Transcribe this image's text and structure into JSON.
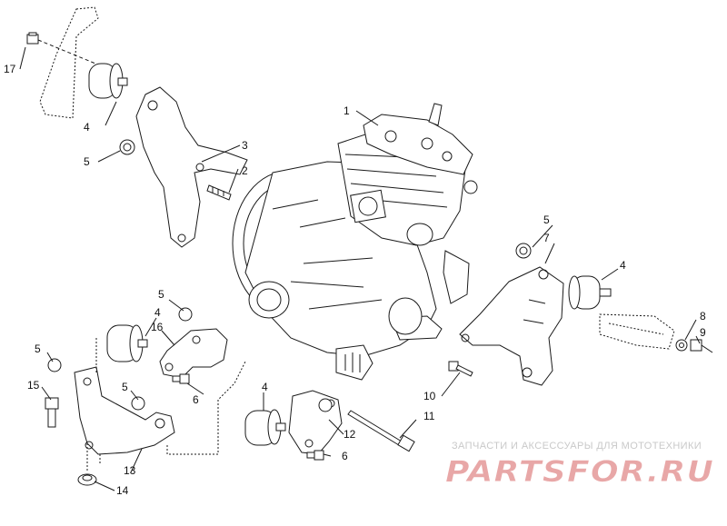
{
  "callouts": {
    "c1": "1",
    "c2": "2",
    "c3": "3",
    "c4a": "4",
    "c4b": "4",
    "c4c": "4",
    "c4d": "4",
    "c5a": "5",
    "c5b": "5",
    "c5c": "5",
    "c5d": "5",
    "c5e": "5",
    "c6a": "6",
    "c6b": "6",
    "c7": "7",
    "c8": "8",
    "c9": "9",
    "c10": "10",
    "c11": "11",
    "c12": "12",
    "c13": "13",
    "c14": "14",
    "c15": "15",
    "c16": "16",
    "c17": "17"
  },
  "watermark": {
    "tagline": "ЗАПЧАСТИ И АКСЕССУАРЫ ДЛЯ МОТОТЕХНИКИ",
    "brand": "PARTSFOR.RU",
    "brand_color": "#e8a7a7"
  }
}
